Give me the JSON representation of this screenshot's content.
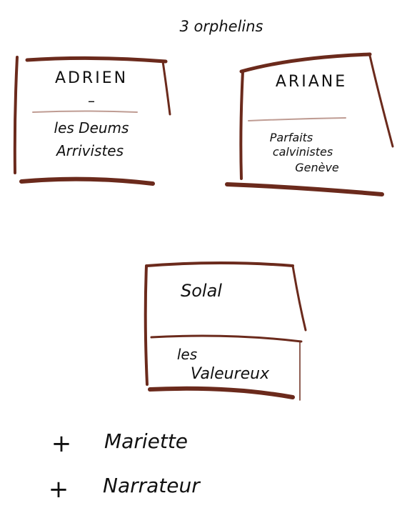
{
  "title": "3 orphelins",
  "boxes": [
    {
      "name": "ADRIEN",
      "dash": "–",
      "group_lines": [
        "les Deums",
        "Arrivistes"
      ]
    },
    {
      "name": "ARIANE",
      "group_lines": [
        "Parfaits",
        "calvinistes",
        "Genève"
      ]
    },
    {
      "name": "Solal",
      "group_lines": [
        "les",
        "Valeureux"
      ]
    }
  ],
  "extras": [
    {
      "symbol": "+",
      "label": "Mariette"
    },
    {
      "symbol": "+",
      "label": "Narrateur"
    }
  ],
  "colors": {
    "crayon": "#6b2a1c",
    "ink": "#111111"
  }
}
